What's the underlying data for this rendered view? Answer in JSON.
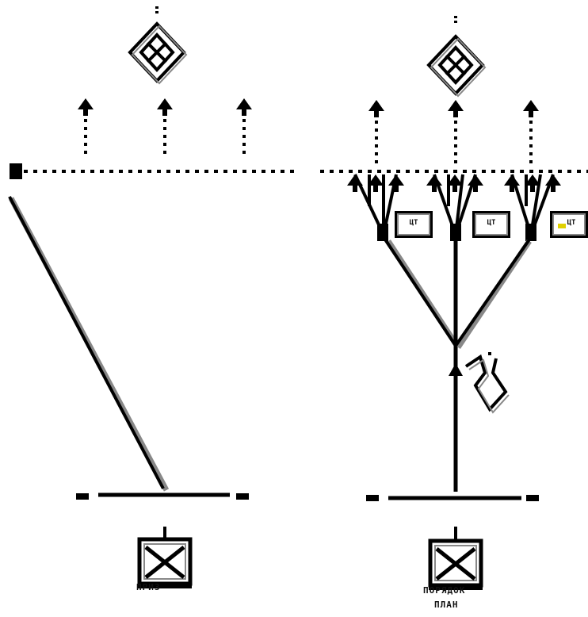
{
  "left_panel": {
    "bottom_label": "ПРИЗ"
  },
  "right_panel": {
    "bottom_label_1": "ПОРЯДОК",
    "bottom_label_2": "ПЛАН",
    "boxes": [
      {
        "label": "ЦТ"
      },
      {
        "label": "ЦТ"
      },
      {
        "label": "ЦТ"
      }
    ]
  },
  "colors": {
    "ink": "#000000",
    "shadow": "#8a8a8a",
    "accent": "#e0d000"
  }
}
